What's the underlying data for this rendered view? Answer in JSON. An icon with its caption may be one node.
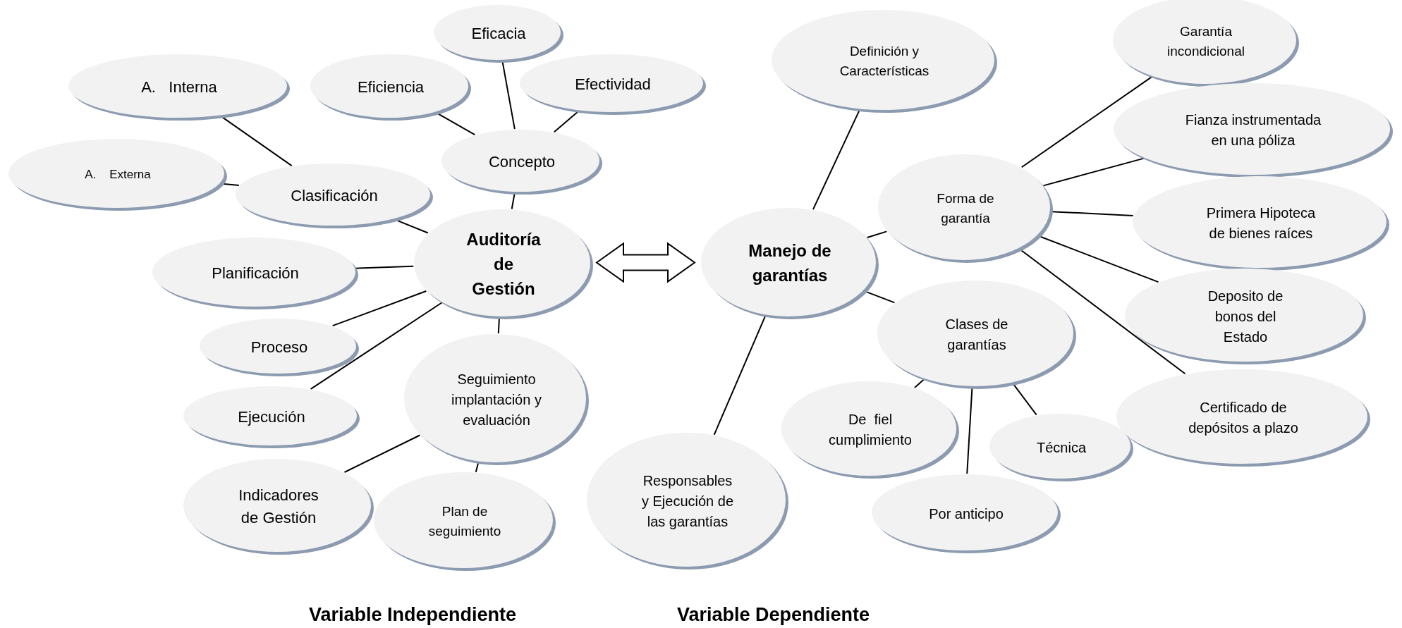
{
  "diagram": {
    "nodes": [
      {
        "text": [
          "Auditoría de Gestión"
        ]
      },
      {
        "text": [
          "Concepto"
        ]
      },
      {
        "text": [
          "Eficacia"
        ]
      },
      {
        "text": [
          "Eficiencia"
        ]
      },
      {
        "text": [
          "Efectividad"
        ]
      },
      {
        "text": [
          "Clasificación"
        ]
      },
      {
        "text": [
          "A.   Interna"
        ]
      },
      {
        "text": [
          "A.    Externa"
        ]
      },
      {
        "text": [
          "Planificación"
        ]
      },
      {
        "text": [
          "Proceso"
        ]
      },
      {
        "text": [
          "Ejecución"
        ]
      },
      {
        "text": [
          "Seguimiento implantación y evaluación"
        ]
      },
      {
        "text": [
          "Indicadores de Gestión"
        ]
      },
      {
        "text": [
          "Plan de seguimiento"
        ]
      },
      {
        "text": [
          "Manejo de garantías"
        ]
      },
      {
        "text": [
          "Definición y Características"
        ]
      },
      {
        "text": [
          "Forma de garantía"
        ]
      },
      {
        "text": [
          "Garantía incondicional"
        ]
      },
      {
        "text": [
          "Fianza instrumentada en una póliza"
        ]
      },
      {
        "text": [
          "Primera Hipoteca de bienes raíces"
        ]
      },
      {
        "text": [
          "Deposito de bonos del Estado"
        ]
      },
      {
        "text": [
          "Certificado de depósitos a plazo"
        ]
      },
      {
        "text": [
          "Clases de garantías"
        ]
      },
      {
        "text": [
          "De  fiel cumplimiento"
        ]
      },
      {
        "text": [
          "Técnica"
        ]
      },
      {
        "text": [
          "Por anticipo"
        ]
      },
      {
        "text": [
          "Responsables y Ejecución de las garantías"
        ]
      }
    ],
    "edges": [
      {
        "from": 1,
        "to": 2,
        "arrow": "none"
      },
      {
        "from": 1,
        "to": 3,
        "arrow": "none"
      },
      {
        "from": 1,
        "to": 4,
        "arrow": "none"
      },
      {
        "from": 0,
        "to": 1,
        "arrow": "none"
      },
      {
        "from": 5,
        "to": 6,
        "arrow": "none"
      },
      {
        "from": 5,
        "to": 7,
        "arrow": "none"
      },
      {
        "from": 0,
        "to": 5,
        "arrow": "none"
      },
      {
        "from": 0,
        "to": 8,
        "arrow": "none"
      },
      {
        "from": 0,
        "to": 9,
        "arrow": "none"
      },
      {
        "from": 0,
        "to": 10,
        "arrow": "none"
      },
      {
        "from": 0,
        "to": 11,
        "arrow": "none"
      },
      {
        "from": 11,
        "to": 12,
        "arrow": "none"
      },
      {
        "from": 11,
        "to": 13,
        "arrow": "none"
      },
      {
        "from": 0,
        "to": 14,
        "arrow": "both",
        "style": "thick"
      },
      {
        "from": 14,
        "to": 15,
        "arrow": "none"
      },
      {
        "from": 14,
        "to": 16,
        "arrow": "none"
      },
      {
        "from": 14,
        "to": 22,
        "arrow": "none"
      },
      {
        "from": 14,
        "to": 26,
        "arrow": "none"
      },
      {
        "from": 16,
        "to": 17,
        "arrow": "none"
      },
      {
        "from": 16,
        "to": 18,
        "arrow": "none"
      },
      {
        "from": 16,
        "to": 19,
        "arrow": "none"
      },
      {
        "from": 16,
        "to": 20,
        "arrow": "none"
      },
      {
        "from": 16,
        "to": 21,
        "arrow": "none"
      },
      {
        "from": 22,
        "to": 23,
        "arrow": "none"
      },
      {
        "from": 22,
        "to": 24,
        "arrow": "none"
      },
      {
        "from": 22,
        "to": 25,
        "arrow": "none"
      }
    ],
    "labels": [
      "Variable Independiente",
      "Variable Dependiente"
    ]
  }
}
